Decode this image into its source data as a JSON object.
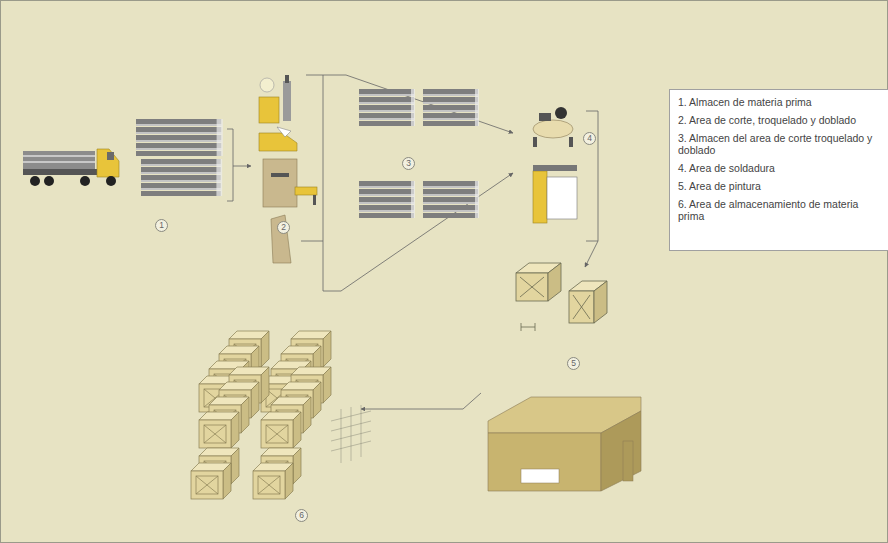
{
  "diagram": {
    "nodes": [
      {
        "text": [
          "1. Almacen de materia prima",
          "2. Area de corte, troquelado y doblado",
          "3. Almacen del area de corte troquelado y doblado",
          "4. Area de soldadura",
          "5. Area de pintura",
          "6. Area de almacenamiento de materia prima"
        ]
      }
    ],
    "labels": [
      "1",
      "2",
      "3",
      "4",
      "5",
      "6"
    ]
  }
}
